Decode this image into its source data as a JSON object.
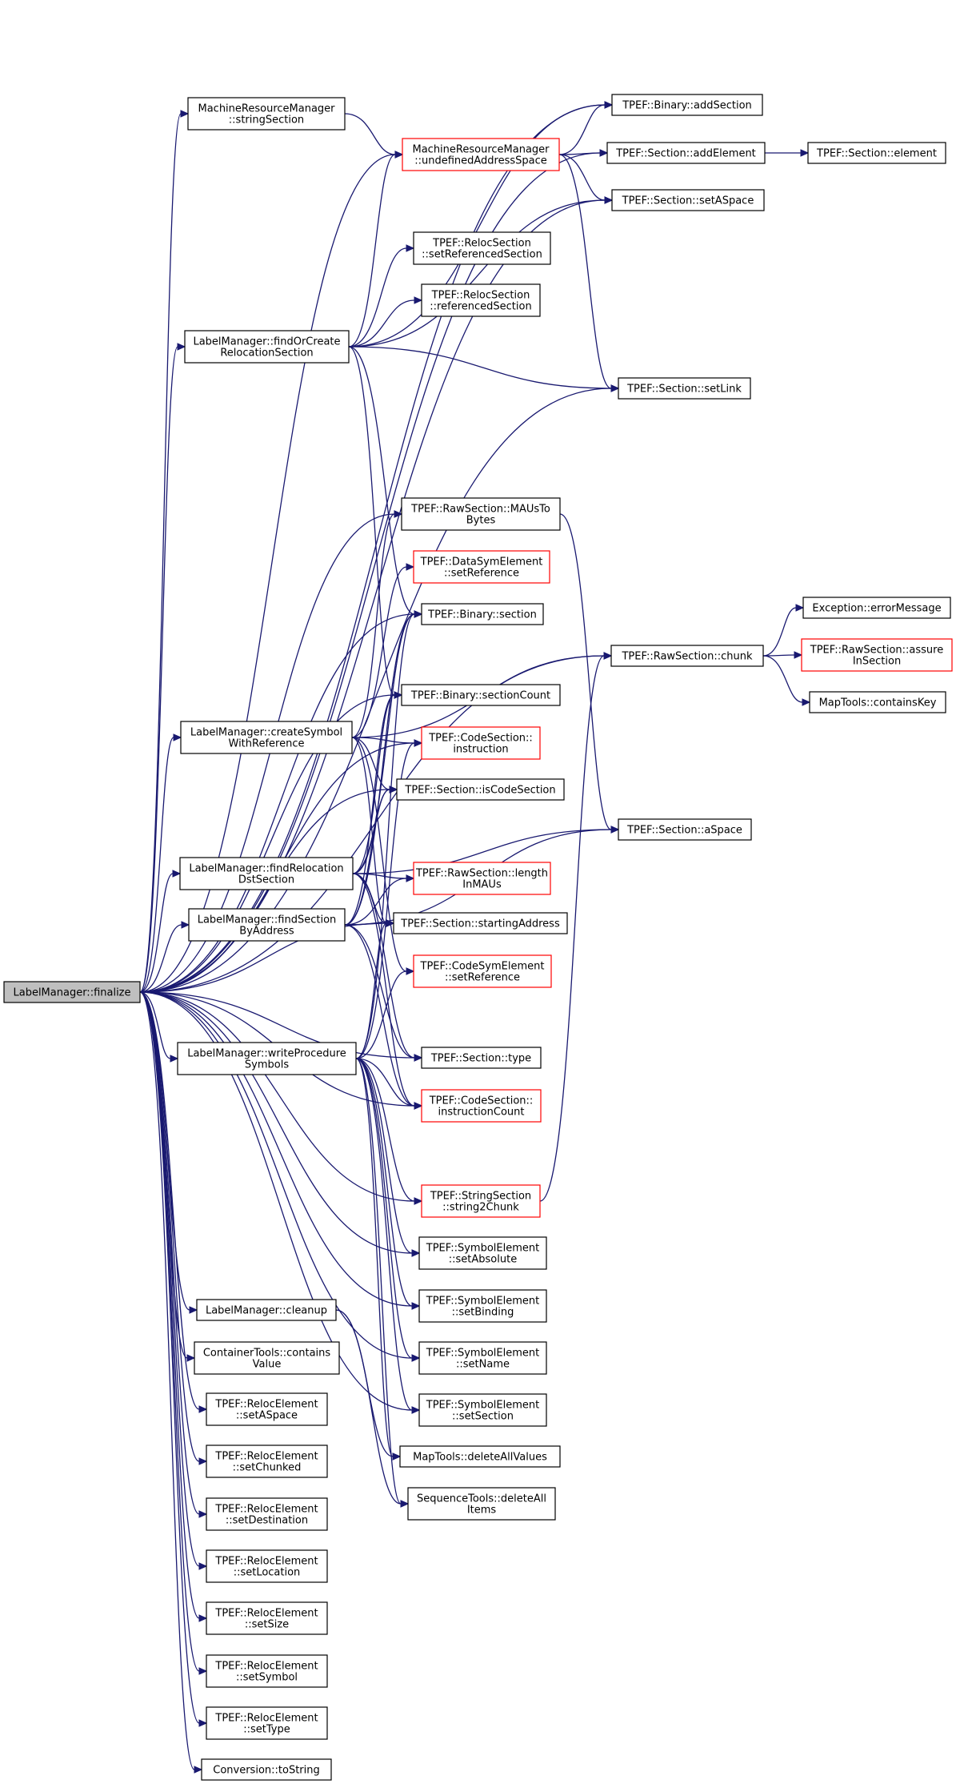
{
  "colors": {
    "edge": "#191970",
    "node_border": "#000000",
    "highlight_border": "#ff0000",
    "root_fill": "#bfbfbf"
  },
  "nodes": {
    "finalize": {
      "lines": [
        "LabelManager::finalize"
      ],
      "style": "root"
    },
    "stringSection": {
      "lines": [
        "MachineResourceManager",
        "::stringSection"
      ]
    },
    "undefinedAddressSpace": {
      "lines": [
        "MachineResourceManager",
        "::undefinedAddressSpace"
      ],
      "style": "red"
    },
    "binaryAddSection": {
      "lines": [
        "TPEF::Binary::addSection"
      ]
    },
    "sectionAddElement": {
      "lines": [
        "TPEF::Section::addElement"
      ]
    },
    "sectionElement": {
      "lines": [
        "TPEF::Section::element"
      ]
    },
    "sectionSetASpace": {
      "lines": [
        "TPEF::Section::setASpace"
      ]
    },
    "relocSetReferencedSection": {
      "lines": [
        "TPEF::RelocSection",
        "::setReferencedSection"
      ]
    },
    "relocReferencedSection": {
      "lines": [
        "TPEF::RelocSection",
        "::referencedSection"
      ]
    },
    "findOrCreateRelocationSection": {
      "lines": [
        "LabelManager::findOrCreate",
        "RelocationSection"
      ]
    },
    "sectionSetLink": {
      "lines": [
        "TPEF::Section::setLink"
      ]
    },
    "rawMAUsToBytes": {
      "lines": [
        "TPEF::RawSection::MAUsTo",
        "Bytes"
      ]
    },
    "dataSymSetReference": {
      "lines": [
        "TPEF::DataSymElement",
        "::setReference"
      ],
      "style": "red"
    },
    "binarySection": {
      "lines": [
        "TPEF::Binary::section"
      ]
    },
    "exceptionErrorMessage": {
      "lines": [
        "Exception::errorMessage"
      ]
    },
    "rawChunk": {
      "lines": [
        "TPEF::RawSection::chunk"
      ]
    },
    "rawAssureInSection": {
      "lines": [
        "TPEF::RawSection::assure",
        "InSection"
      ],
      "style": "red"
    },
    "mapContainsKey": {
      "lines": [
        "MapTools::containsKey"
      ]
    },
    "binarySectionCount": {
      "lines": [
        "TPEF::Binary::sectionCount"
      ]
    },
    "createSymbolWithReference": {
      "lines": [
        "LabelManager::createSymbol",
        "WithReference"
      ]
    },
    "codeInstruction": {
      "lines": [
        "TPEF::CodeSection::",
        "instruction"
      ],
      "style": "red"
    },
    "sectionIsCodeSection": {
      "lines": [
        "TPEF::Section::isCodeSection"
      ]
    },
    "sectionASpace": {
      "lines": [
        "TPEF::Section::aSpace"
      ]
    },
    "findRelocationDstSection": {
      "lines": [
        "LabelManager::findRelocation",
        "DstSection"
      ]
    },
    "rawLengthInMAUs": {
      "lines": [
        "TPEF::RawSection::length",
        "InMAUs"
      ],
      "style": "red"
    },
    "findSectionByAddress": {
      "lines": [
        "LabelManager::findSection",
        "ByAddress"
      ]
    },
    "sectionStartingAddress": {
      "lines": [
        "TPEF::Section::startingAddress"
      ]
    },
    "codeSymSetReference": {
      "lines": [
        "TPEF::CodeSymElement",
        "::setReference"
      ],
      "style": "red"
    },
    "writeProcedureSymbols": {
      "lines": [
        "LabelManager::writeProcedure",
        "Symbols"
      ]
    },
    "sectionType": {
      "lines": [
        "TPEF::Section::type"
      ]
    },
    "codeInstructionCount": {
      "lines": [
        "TPEF::CodeSection::",
        "instructionCount"
      ],
      "style": "red"
    },
    "string2Chunk": {
      "lines": [
        "TPEF::StringSection",
        "::string2Chunk"
      ],
      "style": "red"
    },
    "symSetAbsolute": {
      "lines": [
        "TPEF::SymbolElement",
        "::setAbsolute"
      ]
    },
    "symSetBinding": {
      "lines": [
        "TPEF::SymbolElement",
        "::setBinding"
      ]
    },
    "cleanup": {
      "lines": [
        "LabelManager::cleanup"
      ]
    },
    "containsValue": {
      "lines": [
        "ContainerTools::contains",
        "Value"
      ]
    },
    "symSetName": {
      "lines": [
        "TPEF::SymbolElement",
        "::setName"
      ]
    },
    "relocSetASpace": {
      "lines": [
        "TPEF::RelocElement",
        "::setASpace"
      ]
    },
    "symSetSection": {
      "lines": [
        "TPEF::SymbolElement",
        "::setSection"
      ]
    },
    "relocSetChunked": {
      "lines": [
        "TPEF::RelocElement",
        "::setChunked"
      ]
    },
    "mapDeleteAllValues": {
      "lines": [
        "MapTools::deleteAllValues"
      ]
    },
    "seqDeleteAllItems": {
      "lines": [
        "SequenceTools::deleteAll",
        "Items"
      ]
    },
    "relocSetDestination": {
      "lines": [
        "TPEF::RelocElement",
        "::setDestination"
      ]
    },
    "relocSetLocation": {
      "lines": [
        "TPEF::RelocElement",
        "::setLocation"
      ]
    },
    "relocSetSize": {
      "lines": [
        "TPEF::RelocElement",
        "::setSize"
      ]
    },
    "relocSetSymbol": {
      "lines": [
        "TPEF::RelocElement",
        "::setSymbol"
      ]
    },
    "relocSetType": {
      "lines": [
        "TPEF::RelocElement",
        "::setType"
      ]
    },
    "toString": {
      "lines": [
        "Conversion::toString"
      ]
    }
  },
  "edges": [
    [
      "finalize",
      "stringSection"
    ],
    [
      "finalize",
      "undefinedAddressSpace"
    ],
    [
      "finalize",
      "binaryAddSection"
    ],
    [
      "finalize",
      "sectionAddElement"
    ],
    [
      "finalize",
      "sectionSetASpace"
    ],
    [
      "finalize",
      "findOrCreateRelocationSection"
    ],
    [
      "finalize",
      "sectionSetLink"
    ],
    [
      "finalize",
      "rawMAUsToBytes"
    ],
    [
      "finalize",
      "binarySection"
    ],
    [
      "finalize",
      "rawChunk"
    ],
    [
      "finalize",
      "binarySectionCount"
    ],
    [
      "finalize",
      "createSymbolWithReference"
    ],
    [
      "finalize",
      "codeInstruction"
    ],
    [
      "finalize",
      "sectionIsCodeSection"
    ],
    [
      "finalize",
      "findRelocationDstSection"
    ],
    [
      "finalize",
      "findSectionByAddress"
    ],
    [
      "finalize",
      "sectionStartingAddress"
    ],
    [
      "finalize",
      "writeProcedureSymbols"
    ],
    [
      "finalize",
      "sectionType"
    ],
    [
      "finalize",
      "codeInstructionCount"
    ],
    [
      "finalize",
      "string2Chunk"
    ],
    [
      "finalize",
      "symSetAbsolute"
    ],
    [
      "finalize",
      "symSetBinding"
    ],
    [
      "finalize",
      "cleanup"
    ],
    [
      "finalize",
      "containsValue"
    ],
    [
      "finalize",
      "symSetName"
    ],
    [
      "finalize",
      "relocSetASpace"
    ],
    [
      "finalize",
      "symSetSection"
    ],
    [
      "finalize",
      "relocSetChunked"
    ],
    [
      "finalize",
      "relocSetDestination"
    ],
    [
      "finalize",
      "relocSetLocation"
    ],
    [
      "finalize",
      "relocSetSize"
    ],
    [
      "finalize",
      "relocSetSymbol"
    ],
    [
      "finalize",
      "relocSetType"
    ],
    [
      "finalize",
      "toString"
    ],
    [
      "stringSection",
      "undefinedAddressSpace"
    ],
    [
      "undefinedAddressSpace",
      "binaryAddSection"
    ],
    [
      "undefinedAddressSpace",
      "sectionAddElement"
    ],
    [
      "undefinedAddressSpace",
      "sectionSetASpace"
    ],
    [
      "undefinedAddressSpace",
      "sectionSetLink"
    ],
    [
      "sectionAddElement",
      "sectionElement"
    ],
    [
      "findOrCreateRelocationSection",
      "binaryAddSection"
    ],
    [
      "findOrCreateRelocationSection",
      "undefinedAddressSpace"
    ],
    [
      "findOrCreateRelocationSection",
      "relocSetReferencedSection"
    ],
    [
      "findOrCreateRelocationSection",
      "relocReferencedSection"
    ],
    [
      "findOrCreateRelocationSection",
      "sectionSetASpace"
    ],
    [
      "findOrCreateRelocationSection",
      "sectionSetLink"
    ],
    [
      "findOrCreateRelocationSection",
      "binarySection"
    ],
    [
      "findOrCreateRelocationSection",
      "binarySectionCount"
    ],
    [
      "rawMAUsToBytes",
      "sectionASpace"
    ],
    [
      "rawChunk",
      "exceptionErrorMessage"
    ],
    [
      "rawChunk",
      "rawAssureInSection"
    ],
    [
      "rawChunk",
      "mapContainsKey"
    ],
    [
      "createSymbolWithReference",
      "rawMAUsToBytes"
    ],
    [
      "createSymbolWithReference",
      "dataSymSetReference"
    ],
    [
      "createSymbolWithReference",
      "rawChunk"
    ],
    [
      "createSymbolWithReference",
      "codeInstruction"
    ],
    [
      "createSymbolWithReference",
      "sectionIsCodeSection"
    ],
    [
      "createSymbolWithReference",
      "sectionStartingAddress"
    ],
    [
      "createSymbolWithReference",
      "codeSymSetReference"
    ],
    [
      "findRelocationDstSection",
      "binarySection"
    ],
    [
      "findRelocationDstSection",
      "binarySectionCount"
    ],
    [
      "findRelocationDstSection",
      "sectionIsCodeSection"
    ],
    [
      "findRelocationDstSection",
      "sectionASpace"
    ],
    [
      "findRelocationDstSection",
      "rawLengthInMAUs"
    ],
    [
      "findRelocationDstSection",
      "sectionStartingAddress"
    ],
    [
      "findRelocationDstSection",
      "sectionType"
    ],
    [
      "findRelocationDstSection",
      "codeInstructionCount"
    ],
    [
      "findSectionByAddress",
      "binarySection"
    ],
    [
      "findSectionByAddress",
      "binarySectionCount"
    ],
    [
      "findSectionByAddress",
      "sectionIsCodeSection"
    ],
    [
      "findSectionByAddress",
      "sectionASpace"
    ],
    [
      "findSectionByAddress",
      "rawLengthInMAUs"
    ],
    [
      "findSectionByAddress",
      "sectionStartingAddress"
    ],
    [
      "findSectionByAddress",
      "sectionType"
    ],
    [
      "findSectionByAddress",
      "codeInstructionCount"
    ],
    [
      "writeProcedureSymbols",
      "binarySection"
    ],
    [
      "writeProcedureSymbols",
      "codeInstruction"
    ],
    [
      "writeProcedureSymbols",
      "sectionStartingAddress"
    ],
    [
      "writeProcedureSymbols",
      "codeSymSetReference"
    ],
    [
      "writeProcedureSymbols",
      "codeInstructionCount"
    ],
    [
      "writeProcedureSymbols",
      "string2Chunk"
    ],
    [
      "writeProcedureSymbols",
      "symSetAbsolute"
    ],
    [
      "writeProcedureSymbols",
      "symSetBinding"
    ],
    [
      "writeProcedureSymbols",
      "symSetName"
    ],
    [
      "writeProcedureSymbols",
      "symSetSection"
    ],
    [
      "writeProcedureSymbols",
      "mapDeleteAllValues"
    ],
    [
      "writeProcedureSymbols",
      "seqDeleteAllItems"
    ],
    [
      "string2Chunk",
      "rawChunk"
    ],
    [
      "cleanup",
      "mapDeleteAllValues"
    ],
    [
      "cleanup",
      "seqDeleteAllItems"
    ]
  ]
}
